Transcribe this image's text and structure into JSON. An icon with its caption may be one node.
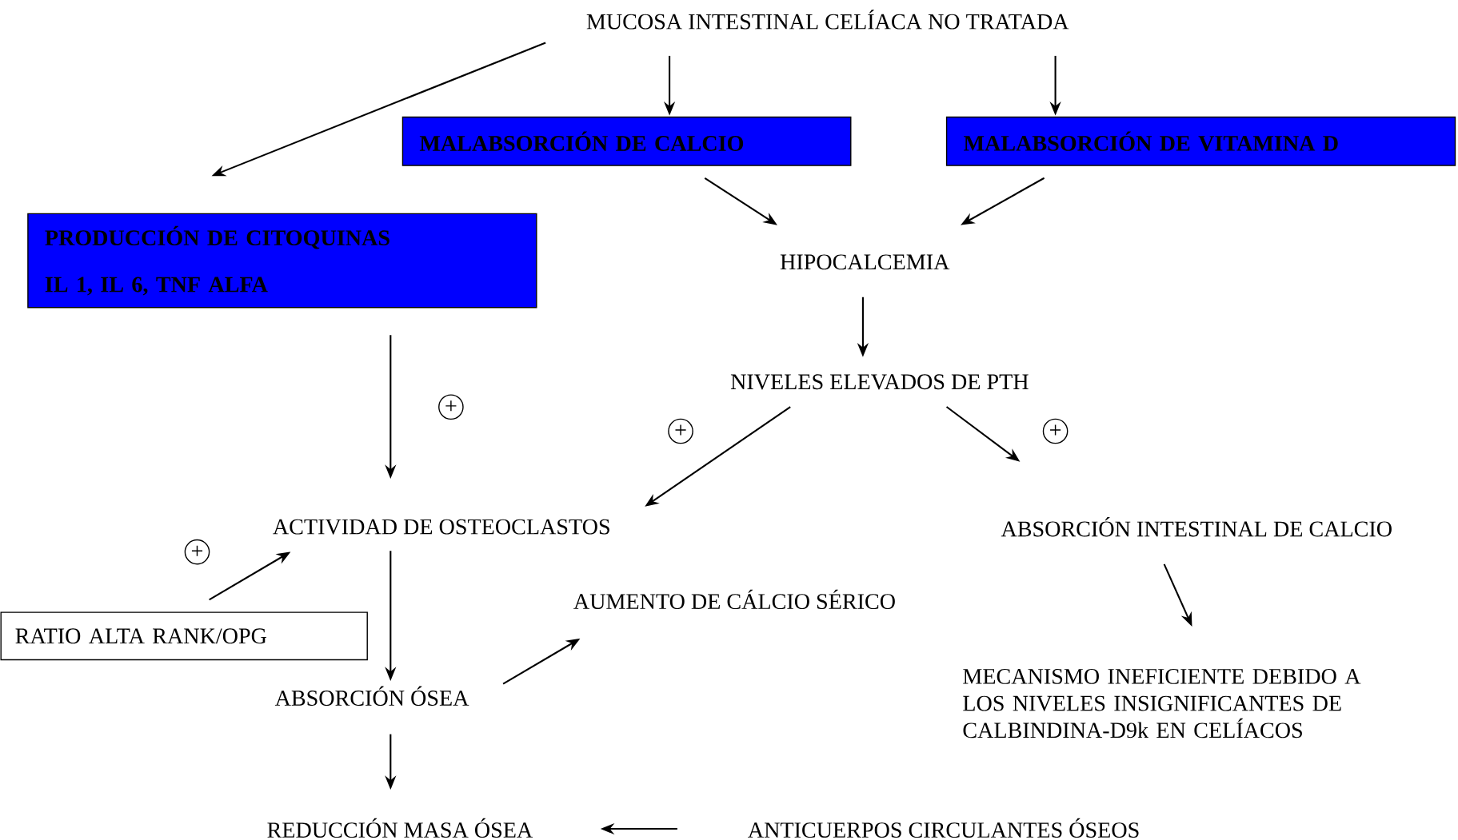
{
  "diagram": {
    "nodes": [
      {
        "text": [
          "MUCOSA INTESTINAL CELÍACA NO TRATADA"
        ]
      },
      {
        "text": [
          "MALABSORCIÓN DE CALCIO"
        ]
      },
      {
        "text": [
          "MALABSORCIÓN DE VITAMINA D"
        ]
      },
      {
        "text": [
          "PRODUCCIÓN DE CITOQUINAS",
          "IL 1, IL 6, TNF ALFA"
        ]
      },
      {
        "text": [
          "HIPOCALCEMIA"
        ]
      },
      {
        "text": [
          "NIVELES ELEVADOS DE PTH"
        ]
      },
      {
        "text": [
          "ACTIVIDAD DE OSTEOCLASTOS"
        ]
      },
      {
        "text": [
          "ABSORCIÓN INTESTINAL DE CALCIO"
        ]
      },
      {
        "text": [
          "RATIO ALTA RANK/OPG"
        ]
      },
      {
        "text": [
          "AUMENTO DE CÁLCIO SÉRICO"
        ]
      },
      {
        "text": [
          "ABSORCIÓN ÓSEA"
        ]
      },
      {
        "text": [
          "MECANISMO INEFICIENTE DEBIDO A LOS NIVELES INSIGNIFICANTES DE CALBINDINA-D9k EN CELÍACOS"
        ]
      },
      {
        "text": [
          "REDUCCIÓN MASA ÓSEA"
        ]
      },
      {
        "text": [
          "ANTICUERPOS CIRCULANTES ÓSEOS"
        ]
      }
    ],
    "edges": [
      {
        "from": 0,
        "to": 3,
        "arrow": "to"
      },
      {
        "from": 0,
        "to": 1,
        "arrow": "to"
      },
      {
        "from": 0,
        "to": 2,
        "arrow": "to"
      },
      {
        "from": 1,
        "to": 4,
        "arrow": "to"
      },
      {
        "from": 2,
        "to": 4,
        "arrow": "to"
      },
      {
        "from": 4,
        "to": 5,
        "arrow": "to"
      },
      {
        "from": 3,
        "to": 6,
        "arrow": "to"
      },
      {
        "from": 5,
        "to": 6,
        "arrow": "to"
      },
      {
        "from": 5,
        "to": 7,
        "arrow": "to"
      },
      {
        "from": 8,
        "to": 6,
        "arrow": "to"
      },
      {
        "from": 6,
        "to": 10,
        "arrow": "to"
      },
      {
        "from": 10,
        "to": 9,
        "arrow": "to"
      },
      {
        "from": 7,
        "to": 11,
        "arrow": "to"
      },
      {
        "from": 10,
        "to": 12,
        "arrow": "to"
      },
      {
        "from": 13,
        "to": 12,
        "arrow": "to"
      }
    ],
    "labels": [
      "+",
      "+",
      "+",
      "+"
    ]
  }
}
